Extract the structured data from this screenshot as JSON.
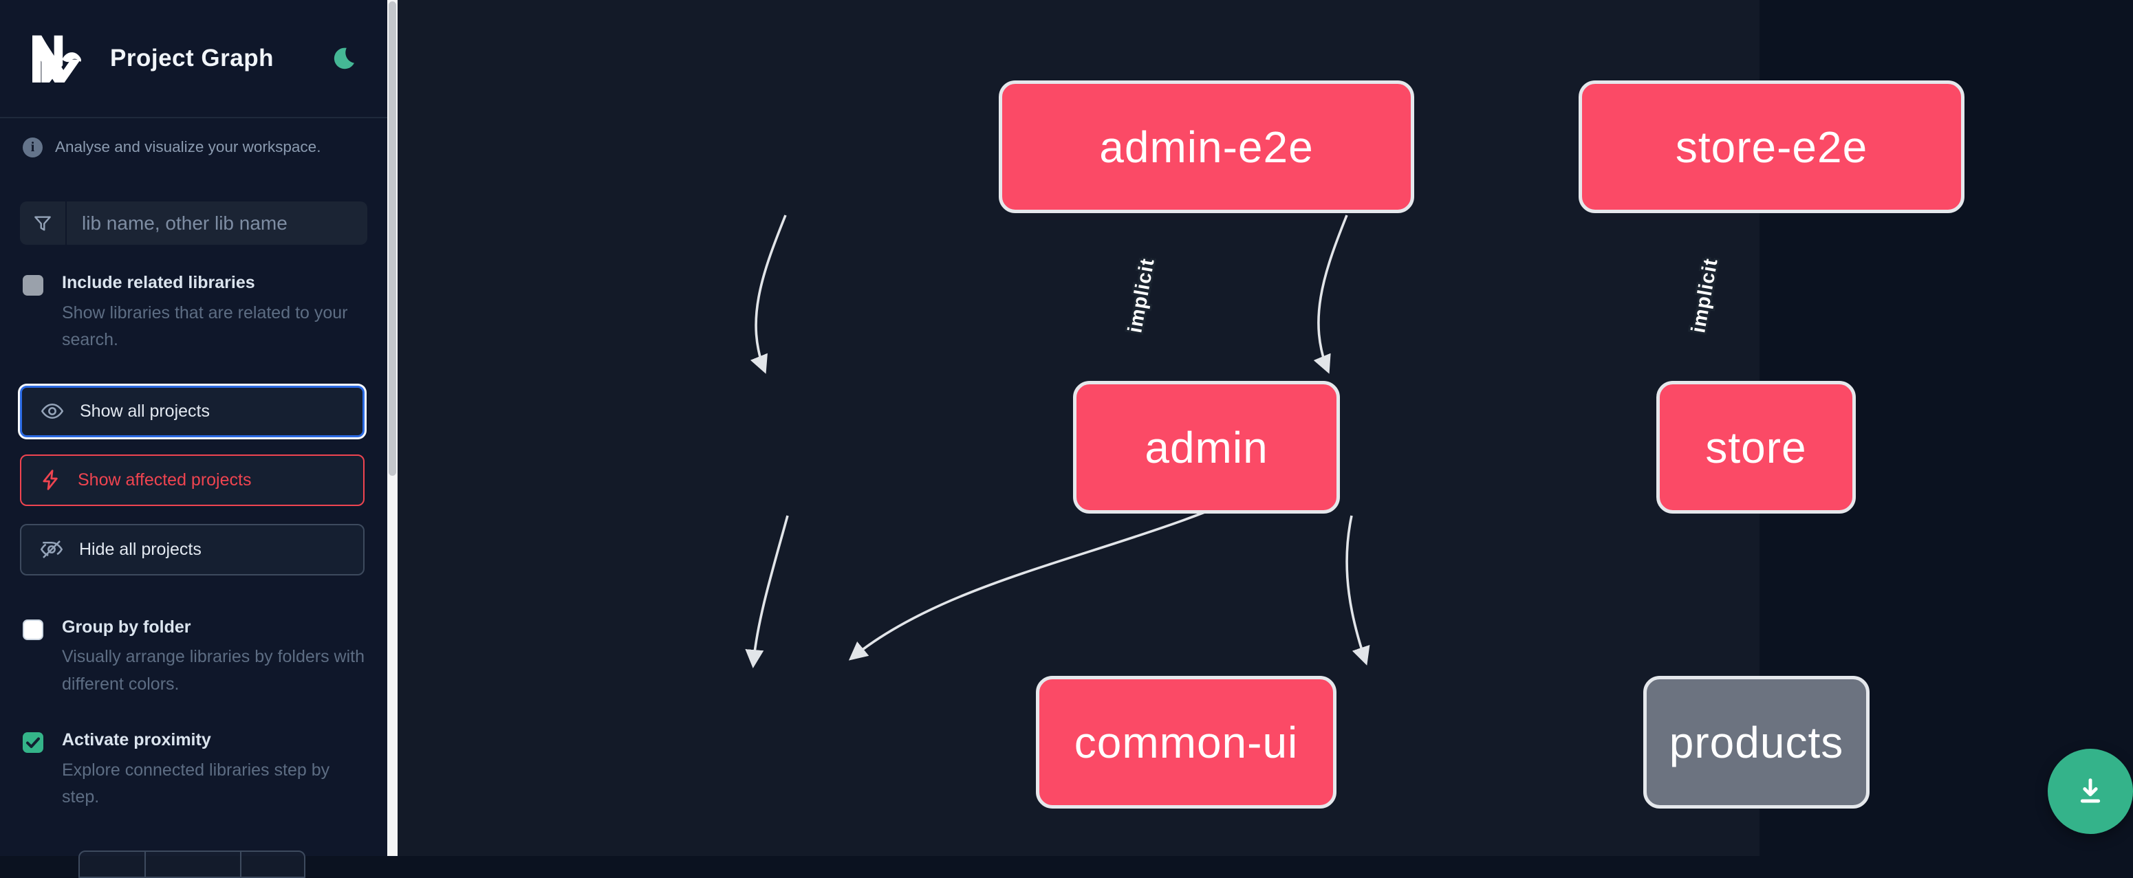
{
  "header": {
    "title": "Project Graph",
    "logo": "Nx",
    "theme_toggle": "dark-mode-moon",
    "accent_green": "#45b795"
  },
  "info": {
    "text": "Analyse and visualize your workspace."
  },
  "search": {
    "placeholder": "lib name, other lib name",
    "value": ""
  },
  "options": [
    {
      "label": "Include related libraries",
      "description": "Show libraries that are related to your search.",
      "checked": false
    },
    {
      "label": "Group by folder",
      "description": "Visually arrange libraries by folders with different colors.",
      "checked": false
    },
    {
      "label": "Activate proximity",
      "description": "Explore connected libraries step by step.",
      "checked": true
    }
  ],
  "buttons": {
    "show_all": "Show all projects",
    "show_affected": "Show affected projects",
    "hide_all": "Hide all projects"
  },
  "colors": {
    "node_pink": "#fb4a66",
    "node_gray": "#6c7380",
    "edge": "#e2e5e9",
    "affected_red": "#ef4450",
    "focus_blue": "#2b6ae3",
    "fab_green": "#34b38a",
    "sidebar_bg": "#0f172a",
    "canvas_bg": "#131a28"
  },
  "graph": {
    "nodes": [
      {
        "id": "admin-e2e",
        "label": "admin-e2e",
        "type": "e2e",
        "color": "pink"
      },
      {
        "id": "store-e2e",
        "label": "store-e2e",
        "type": "e2e",
        "color": "pink"
      },
      {
        "id": "admin",
        "label": "admin",
        "type": "app",
        "color": "pink"
      },
      {
        "id": "store",
        "label": "store",
        "type": "app",
        "color": "pink"
      },
      {
        "id": "common-ui",
        "label": "common-ui",
        "type": "lib",
        "color": "pink"
      },
      {
        "id": "products",
        "label": "products",
        "type": "lib",
        "color": "gray"
      }
    ],
    "edges": [
      {
        "from": "admin-e2e",
        "to": "admin",
        "type": "implicit",
        "label": "implicit"
      },
      {
        "from": "store-e2e",
        "to": "store",
        "type": "implicit",
        "label": "implicit"
      },
      {
        "from": "admin",
        "to": "common-ui",
        "type": "static",
        "label": ""
      },
      {
        "from": "store",
        "to": "common-ui",
        "type": "static",
        "label": ""
      },
      {
        "from": "store",
        "to": "products",
        "type": "static",
        "label": ""
      }
    ]
  },
  "fab": {
    "action": "download-graph-image"
  }
}
